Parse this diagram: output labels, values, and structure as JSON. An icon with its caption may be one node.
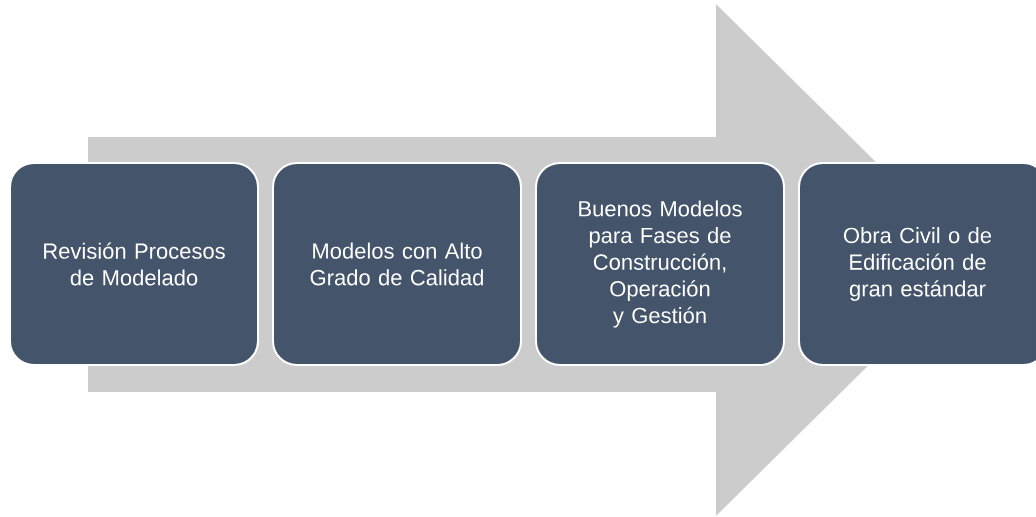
{
  "diagram": {
    "nodes": [
      {
        "text": [
          "Revisión Procesos de Modelado"
        ]
      },
      {
        "text": [
          "Modelos con Alto Grado de Calidad"
        ]
      },
      {
        "text": [
          "Buenos Modelos para Fases de Construcción, Operación y Gestión"
        ]
      },
      {
        "text": [
          "Obra Civil o de Edificación de gran estándar"
        ]
      }
    ],
    "edges": [
      {
        "from": 0,
        "to": 3,
        "arrow": "to"
      }
    ]
  }
}
